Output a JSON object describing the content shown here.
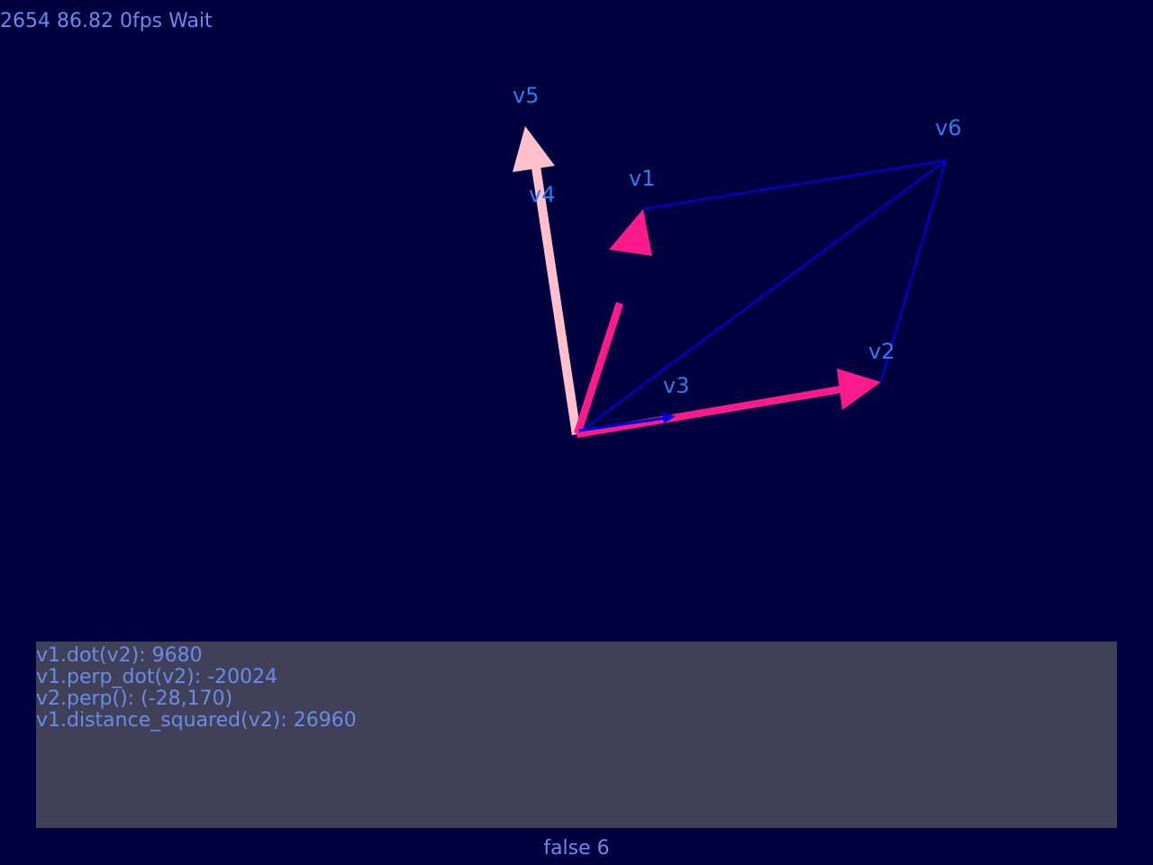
{
  "hud": {
    "stats": "2654 86.82 0fps Wait"
  },
  "vectors": {
    "v1": "v1",
    "v2": "v2",
    "v3": "v3",
    "v4": "v4",
    "v5": "v5",
    "v6": "v6"
  },
  "info_panel": {
    "lines": [
      "v1.dot(v2): 9680",
      "v1.perp_dot(v2): -20024",
      "v2.perp(): (-28,170)",
      "v1.distance_squared(v2): 26960"
    ]
  },
  "footer": {
    "status": "false 6"
  },
  "colors": {
    "background": "#000040",
    "arrow_main": "#ff1a8c",
    "arrow_light": "#ffc0cb",
    "parallelogram": "#0000e0",
    "label": "#2e7de6",
    "text": "#6a8ce6",
    "panel": "#404058"
  }
}
